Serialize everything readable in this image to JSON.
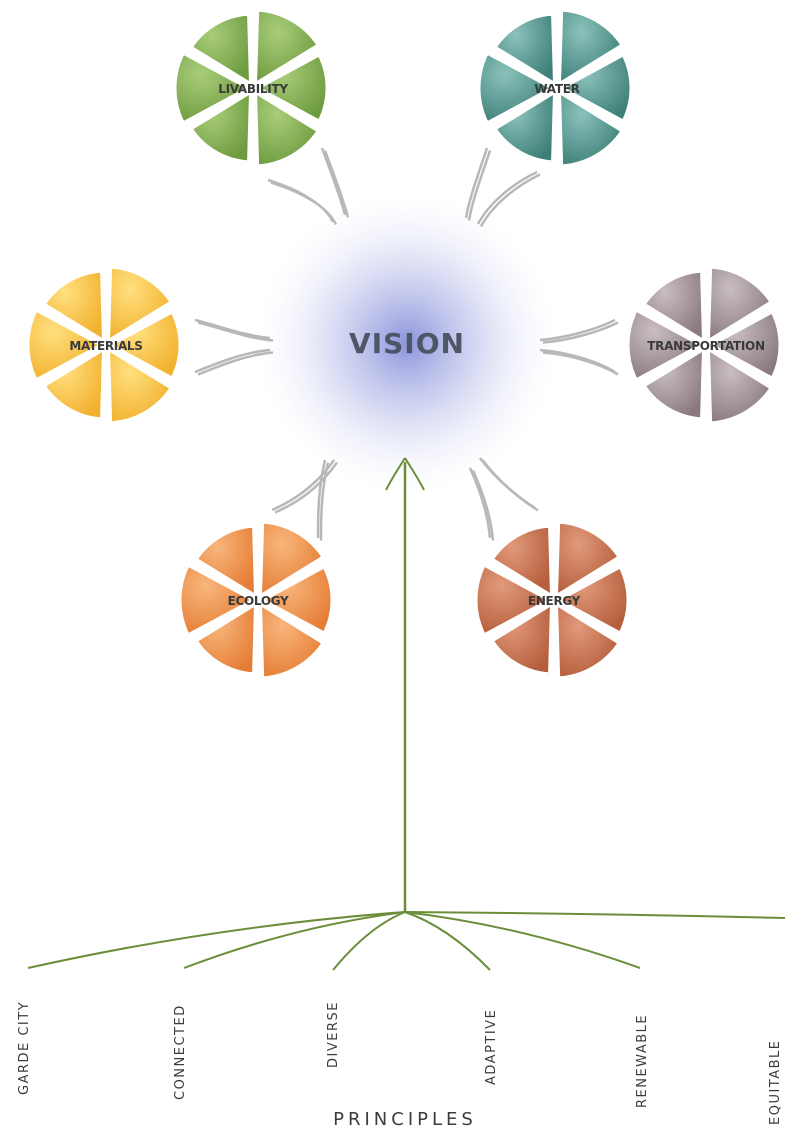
{
  "center": {
    "label": "VISION"
  },
  "categories": [
    {
      "id": "livability",
      "label": "LIVABILITY",
      "color": "#6e9b3f",
      "light": "#a9cd7a"
    },
    {
      "id": "water",
      "label": "WATER",
      "color": "#3e8079",
      "light": "#8cc1bb"
    },
    {
      "id": "materials",
      "label": "MATERIALS",
      "color": "#f2b12e",
      "light": "#ffe07f"
    },
    {
      "id": "transportation",
      "label": "TRANSPORTATION",
      "color": "#8a7a7e",
      "light": "#c9bec0"
    },
    {
      "id": "ecology",
      "label": "ECOLOGY",
      "color": "#e57d35",
      "light": "#f8b67c"
    },
    {
      "id": "energy",
      "label": "ENERGY",
      "color": "#b65d3b",
      "light": "#e09a7b"
    }
  ],
  "principles": {
    "title": "PRINCIPLES",
    "items": [
      "GARDE CITY",
      "CONNECTED",
      "DIVERSE",
      "ADAPTIVE",
      "RENEWABLE",
      "EQUITABLE"
    ]
  },
  "colors": {
    "stem": "#6b8e3a",
    "connector": "#b8b8b8",
    "vision_glow": "#7f88d8"
  }
}
